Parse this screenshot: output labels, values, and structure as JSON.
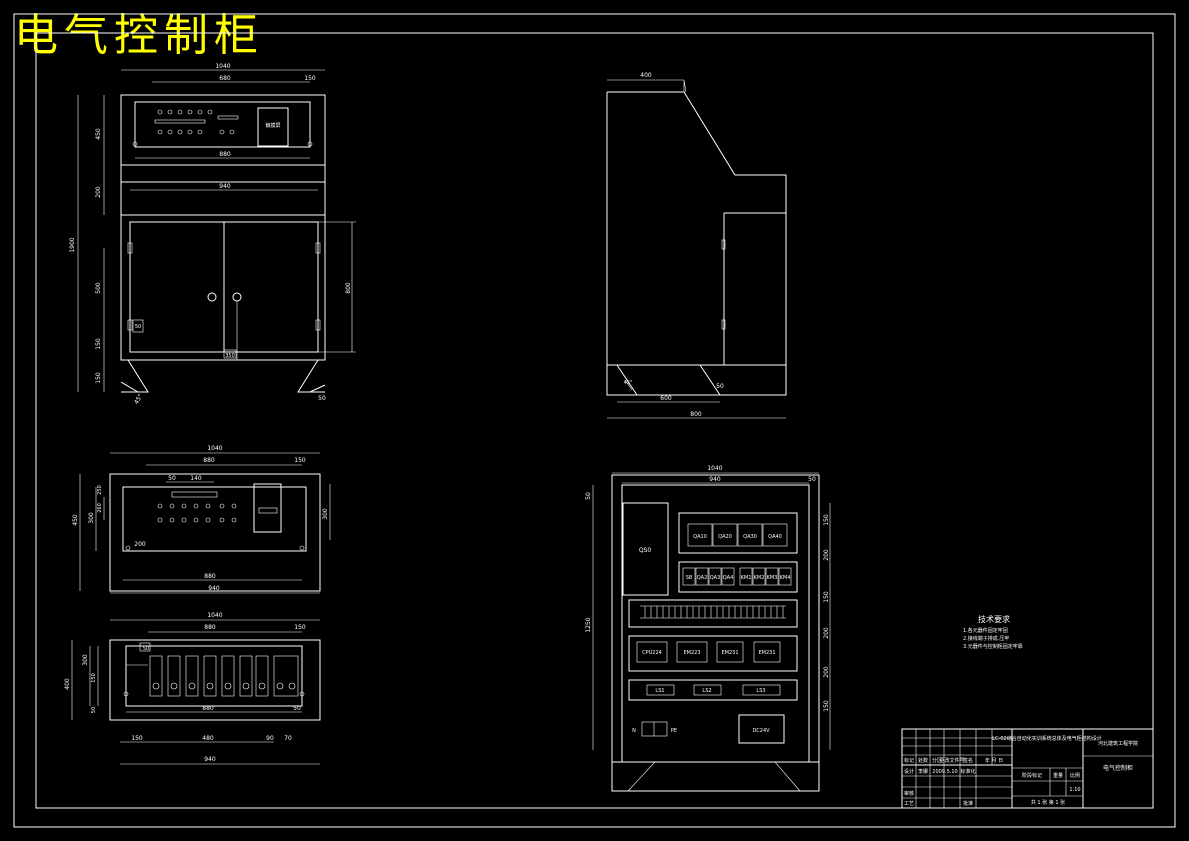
{
  "title": "电气控制柜",
  "front_view": {
    "dims": {
      "overall_width": "1040",
      "panel_width": "680",
      "right_offset": "150",
      "upper_height": "450",
      "gap_height": "200",
      "total_height": "1900",
      "door_width": "940",
      "door_height": "800",
      "lower_section": "500",
      "lower_base": "150",
      "foot_height": "150",
      "inner_width": "880",
      "cabinet_label": "350",
      "foot_side": "50",
      "foot_angle": "45°",
      "handle_label": "50"
    },
    "display_label": "触摸屏"
  },
  "side_view": {
    "dims": {
      "top_depth": "400",
      "base_depth": "600",
      "total_depth": "800",
      "foot_label": "50",
      "angle": "45°"
    }
  },
  "panel_view": {
    "dims": {
      "width": "1040",
      "inner": "880",
      "right": "150",
      "left_gap": "50",
      "center": "140",
      "h1": "450",
      "h2": "300",
      "h3": "260",
      "v1": "250",
      "bottom_a": "880",
      "bottom_b": "940",
      "offset": "200",
      "side": "300"
    }
  },
  "bottom_panel_view": {
    "dims": {
      "width": "1040",
      "inner": "880",
      "right": "150",
      "top_left": "50",
      "h_total": "400",
      "h_a": "300",
      "h_b": "150",
      "h_c": "50",
      "left": "150",
      "center": "480",
      "r1": "90",
      "r2": "70",
      "bottom": "940",
      "side": "50"
    }
  },
  "internal_view": {
    "dims": {
      "width": "1040",
      "inner": "940",
      "right": "50",
      "left_margin": "50",
      "height": "1250",
      "r1": "150",
      "r2": "200",
      "r3": "150",
      "r4": "200",
      "r5": "200",
      "r6": "150"
    },
    "qs_label": "QS0",
    "breakers": [
      "QA10",
      "QA20",
      "QA30",
      "QA40"
    ],
    "contactors": [
      "SB",
      "QA2",
      "QA3",
      "QA4",
      "KM1",
      "KM2",
      "KM3",
      "KM4"
    ],
    "plc_modules": [
      "CPU224",
      "EM223",
      "EM231",
      "EM231"
    ],
    "small_boxes": [
      "LS1",
      "LS2",
      "LS3"
    ],
    "power_label": "DC24V",
    "left_small": "N",
    "right_small": "PE"
  },
  "tech_notes": {
    "heading": "技术要求",
    "items": [
      "1.各元器件固定牢固",
      "2.接线端子排成.压牢",
      "3.元器件与控制柜固定牢靠"
    ]
  },
  "title_block": {
    "project": "LC-02综合自动化实训系统总体及电气柜结构设计",
    "school": "河北建筑工程学院",
    "drawing_name": "电气控制柜",
    "scale": "1:10",
    "rows": [
      [
        "标记",
        "处数",
        "分区",
        "更改文件号",
        "签名",
        "年 月 日"
      ],
      [
        "设计",
        "李娜",
        "2009.5.10",
        "标准化",
        "",
        ""
      ],
      [
        "审核",
        "",
        "",
        "",
        "",
        ""
      ],
      [
        "工艺",
        "",
        "",
        "批准",
        "",
        ""
      ]
    ],
    "stage_label": "阶段标记",
    "weight_label": "重量",
    "scale_label": "比例",
    "sheet_text": "共 1 张  第 1 张"
  }
}
